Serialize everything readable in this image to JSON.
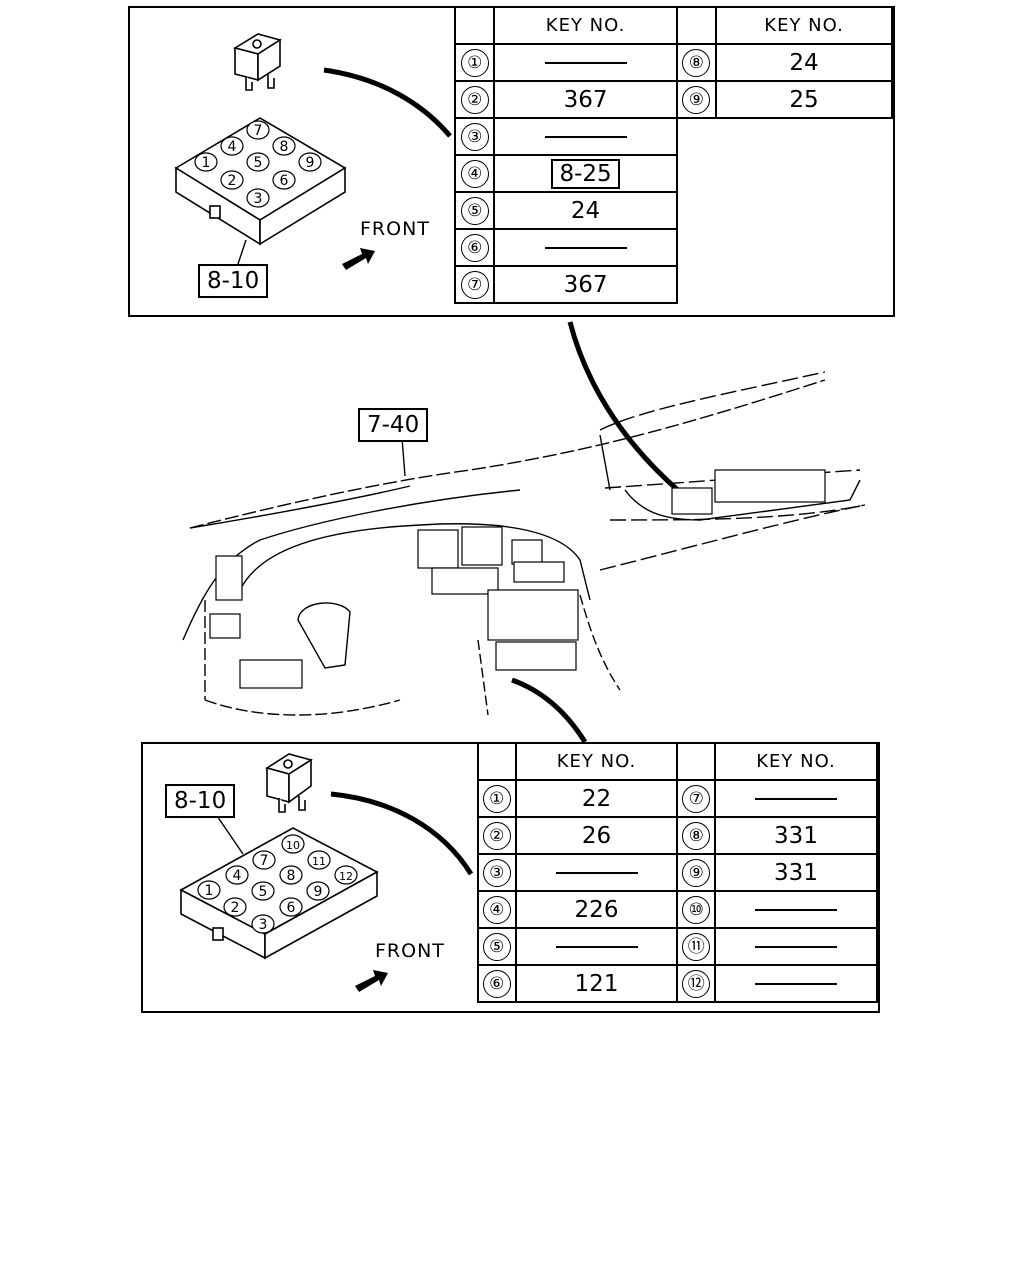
{
  "top_panel": {
    "ref_label": "8-10",
    "front_label": "FRONT",
    "header": "KEY NO.",
    "slots": [
      "1",
      "2",
      "3",
      "4",
      "5",
      "6",
      "7",
      "8",
      "9"
    ],
    "rows": [
      {
        "n": "①",
        "v": "———"
      },
      {
        "n": "②",
        "v": "367"
      },
      {
        "n": "③",
        "v": "———"
      },
      {
        "n": "④",
        "v": "8-25",
        "boxed": true
      },
      {
        "n": "⑤",
        "v": "24"
      },
      {
        "n": "⑥",
        "v": "———"
      },
      {
        "n": "⑦",
        "v": "367"
      }
    ],
    "rows_right": [
      {
        "n": "⑧",
        "v": "24"
      },
      {
        "n": "⑨",
        "v": "25"
      }
    ]
  },
  "dashboard": {
    "ref_label": "7-40"
  },
  "bottom_panel": {
    "ref_label": "8-10",
    "front_label": "FRONT",
    "header": "KEY NO.",
    "slots": [
      "1",
      "2",
      "3",
      "4",
      "5",
      "6",
      "7",
      "8",
      "9",
      "10",
      "11",
      "12"
    ],
    "rows": [
      {
        "n": "①",
        "v": "22"
      },
      {
        "n": "②",
        "v": "26"
      },
      {
        "n": "③",
        "v": "———"
      },
      {
        "n": "④",
        "v": "226"
      },
      {
        "n": "⑤",
        "v": "———"
      },
      {
        "n": "⑥",
        "v": "121"
      }
    ],
    "rows_right": [
      {
        "n": "⑦",
        "v": "———"
      },
      {
        "n": "⑧",
        "v": "331"
      },
      {
        "n": "⑨",
        "v": "331"
      },
      {
        "n": "⑩",
        "v": "———"
      },
      {
        "n": "⑪",
        "v": "———"
      },
      {
        "n": "⑫",
        "v": "———"
      }
    ]
  }
}
